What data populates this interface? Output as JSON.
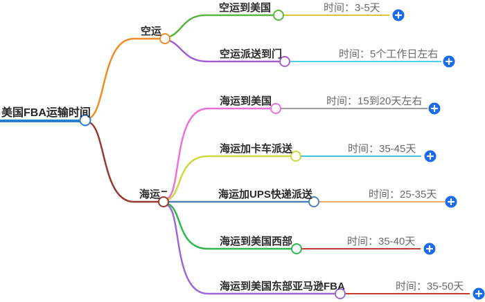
{
  "colors": {
    "background": "#ffffff",
    "plus_button": "#1a6ce8",
    "plus_glyph": "#ffffff",
    "node_text": "#2b2b2b",
    "time_text": "#6a6a6a",
    "circle_fill": "#ffffff"
  },
  "mindmap": {
    "root": {
      "id": "root",
      "label": "美国FBA运输时间",
      "color": "#2b7dcc"
    },
    "branches": [
      {
        "id": "air",
        "label": "空运",
        "color": "#f08c26",
        "children": [
          {
            "id": "air-to-us",
            "label": "空运到美国",
            "color": "#58b540",
            "time": {
              "label": "时间：3-5天",
              "color": "#d6c735"
            }
          },
          {
            "id": "air-door",
            "label": "空运派送到门",
            "color": "#a15ed2",
            "time": {
              "label": "时间：5个工作日左右",
              "color": "#49d2ec"
            }
          }
        ]
      },
      {
        "id": "sea",
        "label": "海运",
        "color": "#96382f",
        "children": [
          {
            "id": "sea-to-us",
            "label": "海运到美国",
            "color": "#ee6fd9",
            "time": {
              "label": "时间：15到20天左右",
              "color": "#9e9e9e"
            }
          },
          {
            "id": "sea-truck",
            "label": "海运加卡车派送",
            "color": "#ccd83e",
            "time": {
              "label": "时间：35-45天",
              "color": "#3cc8dc"
            }
          },
          {
            "id": "sea-ups",
            "label": "海运加UPS快递派送",
            "color": "#5181b0",
            "time": {
              "label": "时间：25-35天",
              "color": "#eea766"
            }
          },
          {
            "id": "sea-west",
            "label": "海运到美国西部",
            "color": "#2eb84b",
            "time": {
              "label": "时间：35-40天",
              "color": "#c43b2d"
            }
          },
          {
            "id": "sea-east",
            "label": "海运到美国东部亚马逊FBA",
            "color": "#9c67d8",
            "time": {
              "label": "时间：35-50天",
              "color": "#c43b2d"
            }
          }
        ]
      }
    ]
  }
}
